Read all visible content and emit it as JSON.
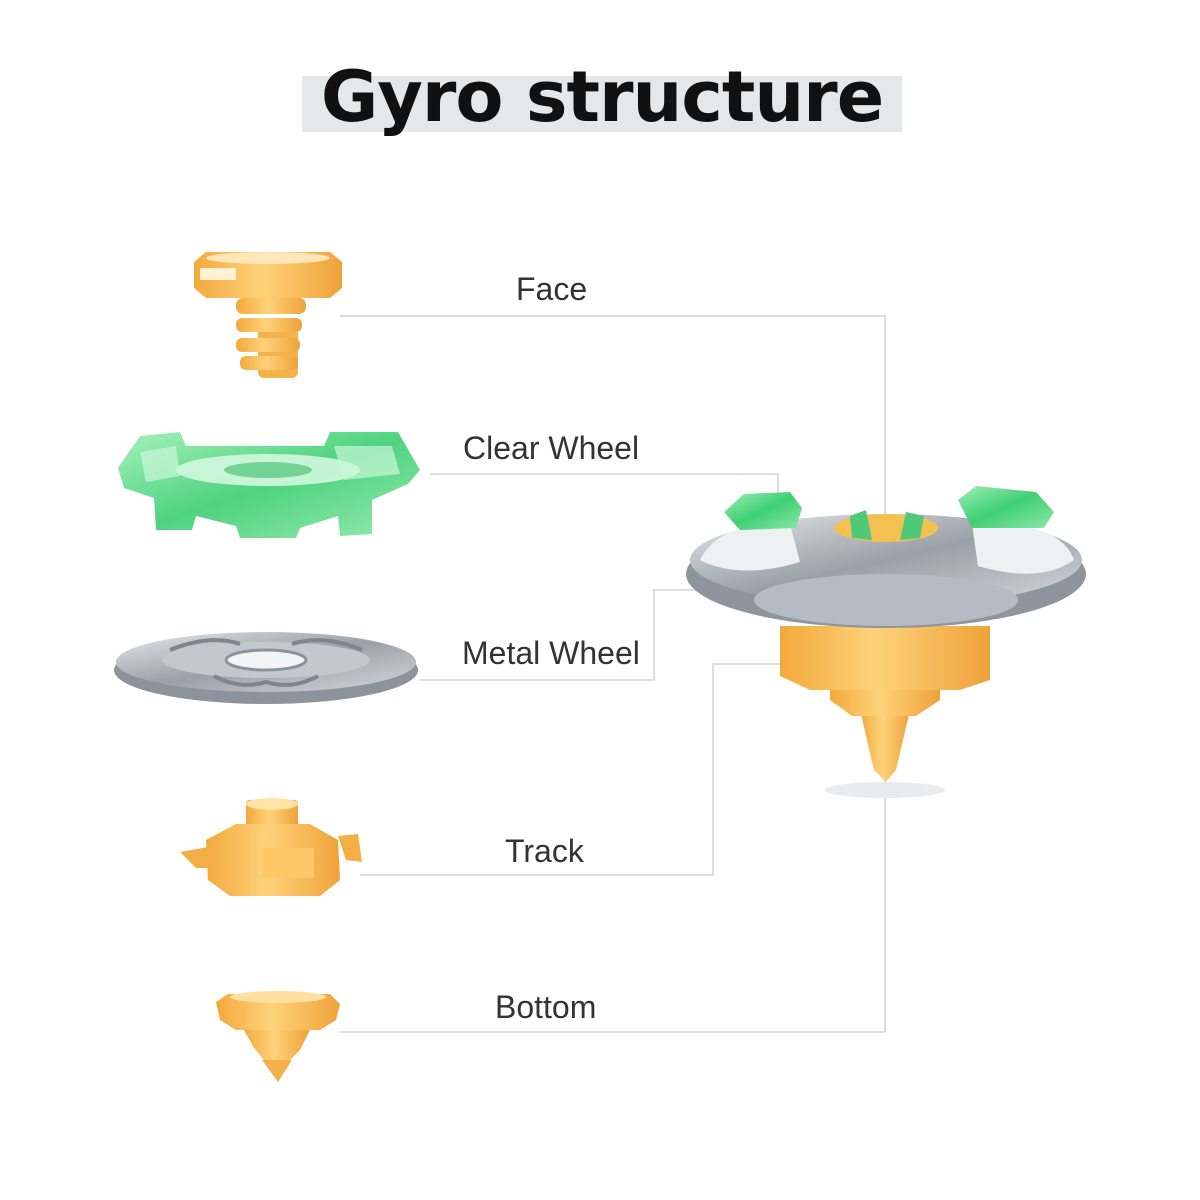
{
  "title": "Gyro structure",
  "parts": [
    {
      "label": "Face",
      "icon": "face-part-icon"
    },
    {
      "label": "Clear Wheel",
      "icon": "clear-wheel-icon"
    },
    {
      "label": "Metal Wheel",
      "icon": "metal-wheel-icon"
    },
    {
      "label": "Track",
      "icon": "track-part-icon"
    },
    {
      "label": "Bottom",
      "icon": "bottom-tip-icon"
    }
  ],
  "assembled_icon": "assembled-spinning-top-icon",
  "colors": {
    "orange": "#f6b54a",
    "green": "#5fd88a",
    "metal": "#b9bec4",
    "connector": "#dcdde0",
    "title_band": "#e6e7e9"
  }
}
